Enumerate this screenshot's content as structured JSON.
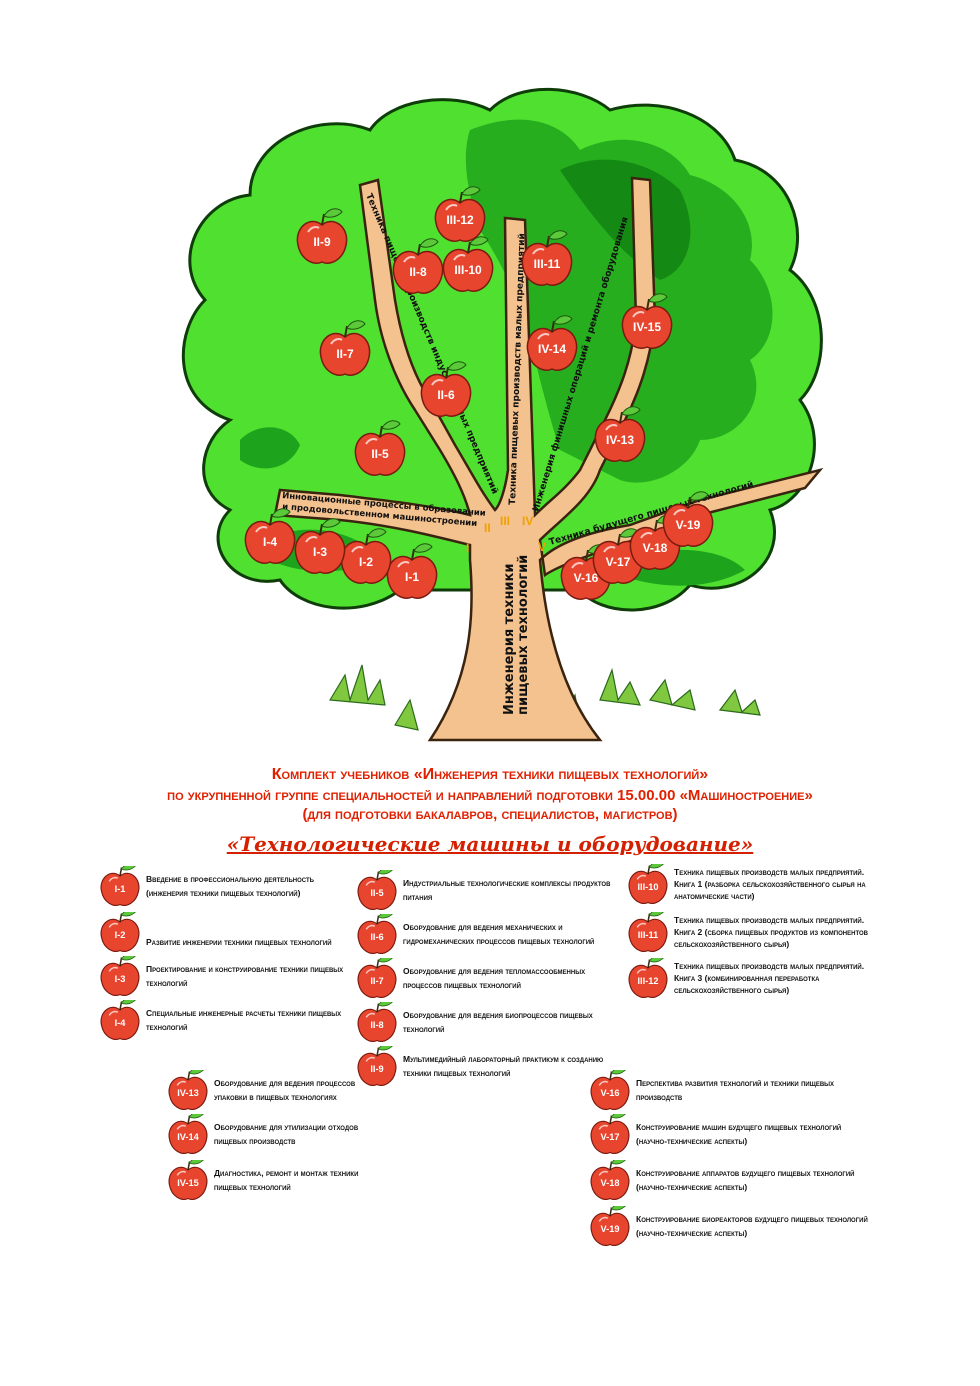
{
  "tree": {
    "trunk_label_1": "Инженерия техники",
    "trunk_label_2": "пищевых технологий",
    "branch_I": "Инновационные процессы в образовании",
    "branch_I_2": "и продовольственном машиностроении",
    "branch_II": "Техника пищевых производств индустриальных предприятий",
    "branch_III": "Техника пищевых производств малых предприятий",
    "branch_IV": "Инженерия финишных операций и ремонта оборудования",
    "branch_V": "Техника будущего пищевых технологий",
    "roman_I": "I",
    "roman_II": "II",
    "roman_III": "III",
    "roman_IV": "IV",
    "roman_V": "V",
    "apples": {
      "a1": "I-1",
      "a2": "I-2",
      "a3": "I-3",
      "a4": "I-4",
      "a5": "II-5",
      "a6": "II-6",
      "a7": "II-7",
      "a8": "II-8",
      "a9": "II-9",
      "a10": "III-10",
      "a11": "III-11",
      "a12": "III-12",
      "a13": "IV-13",
      "a14": "IV-14",
      "a15": "IV-15",
      "a16": "V-16",
      "a17": "V-17",
      "a18": "V-18",
      "a19": "V-19"
    }
  },
  "title": {
    "line1": "Комплект учебников «Инженерия техники пищевых технологий»",
    "line2": "по укрупненной группе специальностей и направлений подготовки 15.00.00 «Машиностроение»",
    "line3": "(для подготовки бакалавров, специалистов, магистров)",
    "subtitle": "«Технологические машины и оборудование»"
  },
  "legend": {
    "i1": {
      "code": "I-1",
      "text": "Введение в профессиональную деятельность (инженерия техники пищевых технологий)"
    },
    "i2": {
      "code": "I-2",
      "text": "Развитие инженерии техники пищевых технологий"
    },
    "i3": {
      "code": "I-3",
      "text": "Проектирование и конструирование техники пищевых технологий"
    },
    "i4": {
      "code": "I-4",
      "text": "Специальные инженерные расчеты техники пищевых технологий"
    },
    "i5": {
      "code": "II-5",
      "text": "Индустриальные технологические комплексы продуктов питания"
    },
    "i6": {
      "code": "II-6",
      "text": "Оборудование для ведения механических и гидромеханических процессов пищевых технологий"
    },
    "i7": {
      "code": "II-7",
      "text": "Оборудование для ведения тепломассообменных процессов пищевых технологий"
    },
    "i8": {
      "code": "II-8",
      "text": "Оборудование для ведения биопроцессов пищевых технологий"
    },
    "i9": {
      "code": "II-9",
      "text": "Мультимедийный лабораторный практикум к созданию техники пищевых технологий"
    },
    "i10": {
      "code": "III-10",
      "text": "Техника пищевых производств малых предприятий. Книга 1 (разборка сельскохозяйственного сырья на анатомические части)"
    },
    "i11": {
      "code": "III-11",
      "text": "Техника пищевых производств малых предприятий. Книга 2 (сборка пищевых продуктов из компонентов сельскохозяйственного сырья)"
    },
    "i12": {
      "code": "III-12",
      "text": "Техника пищевых производств малых предприятий. Книга 3 (комбинированная переработка сельскохозяйственного сырья)"
    },
    "i13": {
      "code": "IV-13",
      "text": "Оборудование для ведения процессов упаковки в пищевых технологиях"
    },
    "i14": {
      "code": "IV-14",
      "text": "Оборудование для утилизации отходов пищевых производств"
    },
    "i15": {
      "code": "IV-15",
      "text": "Диагностика, ремонт и монтаж техники пищевых технологий"
    },
    "i16": {
      "code": "V-16",
      "text": "Перспектива развития технологий и техники пищевых производств"
    },
    "i17": {
      "code": "V-17",
      "text": "Конструирование машин будущего пищевых технологий (научно-технические аспекты)"
    },
    "i18": {
      "code": "V-18",
      "text": "Конструирование аппаратов будущего пищевых технологий (научно-технические аспекты)"
    },
    "i19": {
      "code": "V-19",
      "text": "Конструирование биореакторов будущего пищевых технологий (научно-технические аспекты)"
    }
  },
  "colors": {
    "apple": "#e8452e",
    "apple_dark": "#b02a1a",
    "leaf": "#5cc93a",
    "foliage_light": "#4fe030",
    "foliage_dark": "#1ea41c",
    "trunk": "#f4c28f",
    "title": "#e02000"
  }
}
